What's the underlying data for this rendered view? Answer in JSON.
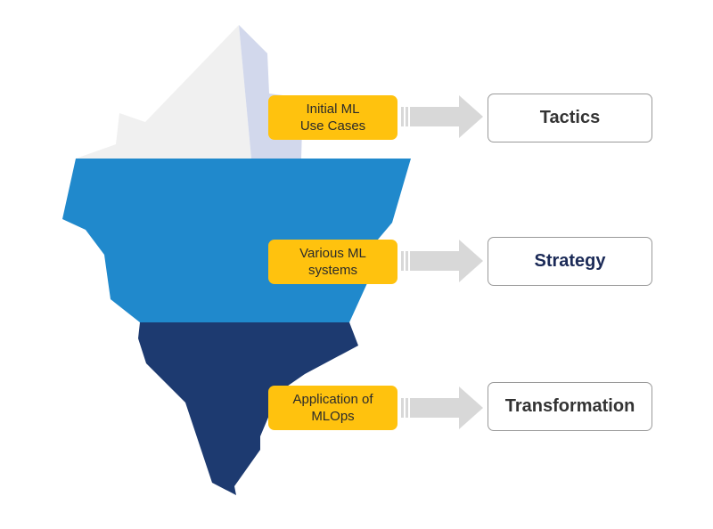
{
  "colors": {
    "ice_light": "#F0F0F0",
    "ice_shadow": "#D2D8EC",
    "water_mid": "#2089CC",
    "water_deep": "#1D3A70",
    "tag_bg": "#FFC20E",
    "arrow": "#D8D8D8",
    "box_border": "#9A9A9A"
  },
  "icons": {
    "arrow": "arrow-right-icon"
  },
  "layers": [
    {
      "label": "Initial ML\nUse Cases",
      "result": "Tactics"
    },
    {
      "label": "Various ML\nsystems",
      "result": "Strategy"
    },
    {
      "label": "Application of\nMLOps",
      "result": "Transformation"
    }
  ]
}
